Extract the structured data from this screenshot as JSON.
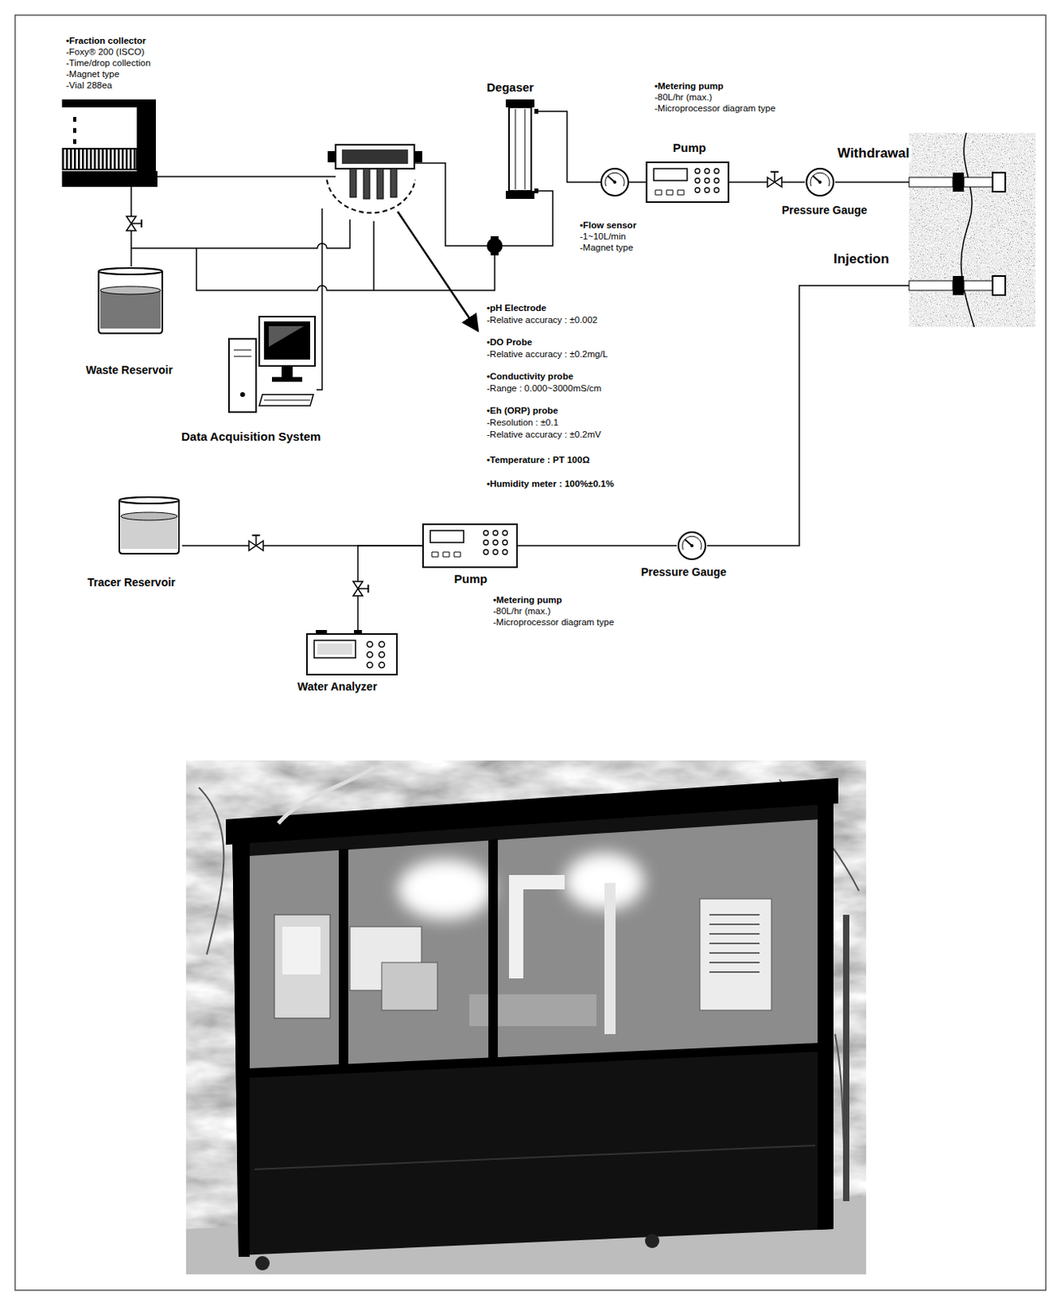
{
  "diagram": {
    "nodes": [
      {
        "text": [
          "•Fraction collector",
          "-Foxy® 200 (ISCO)",
          "-Time/drop collection",
          "-Magnet type",
          "-Vial 288ea"
        ]
      },
      {
        "text": [
          "Degaser"
        ]
      },
      {
        "text": [
          "Pump"
        ]
      },
      {
        "text": [
          "Pressure Gauge"
        ]
      },
      {
        "text": [
          "Withdrawal",
          "Injection"
        ]
      },
      {
        "text": [
          "Waste Reservoir"
        ]
      },
      {
        "text": [
          "Data Acquisition System"
        ]
      },
      {
        "text": [
          "Tracer Reservoir"
        ]
      },
      {
        "text": [
          "Pump"
        ]
      },
      {
        "text": [
          "Pressure Gauge"
        ]
      },
      {
        "text": [
          "Water Analyzer"
        ]
      }
    ],
    "edges": [
      {
        "from": 4,
        "to": 3,
        "arrow": "none"
      },
      {
        "from": 3,
        "to": 2,
        "arrow": "none"
      },
      {
        "from": 2,
        "to": 1,
        "arrow": "none"
      },
      {
        "from": 0,
        "to": 5,
        "arrow": "none"
      },
      {
        "from": 7,
        "to": 8,
        "arrow": "none"
      },
      {
        "from": 10,
        "to": 8,
        "arrow": "none"
      },
      {
        "from": 8,
        "to": 9,
        "arrow": "none"
      },
      {
        "from": 9,
        "to": 4,
        "arrow": "none"
      }
    ],
    "labels": [
      "•Metering pump",
      "-80L/hr (max.)",
      "-Microprocessor diagram type",
      "•Flow sensor",
      "-1~10L/min",
      "-Magnet type",
      "•pH Electrode",
      "-Relative accuracy : ±0.002",
      "•DO Probe",
      "-Relative accuracy : ±0.2mg/L",
      "•Conductivity probe",
      "-Range : 0.000~3000mS/cm",
      "•Eh (ORP) probe",
      "-Resolution : ±0.1",
      "-Relative accuracy : ±0.2mV",
      "•Temperature : PT 100Ω",
      "•Humidity meter : 100%±0.1%",
      "•Metering pump",
      "-80L/hr (max.)",
      "-Microprocessor diagram type"
    ]
  }
}
